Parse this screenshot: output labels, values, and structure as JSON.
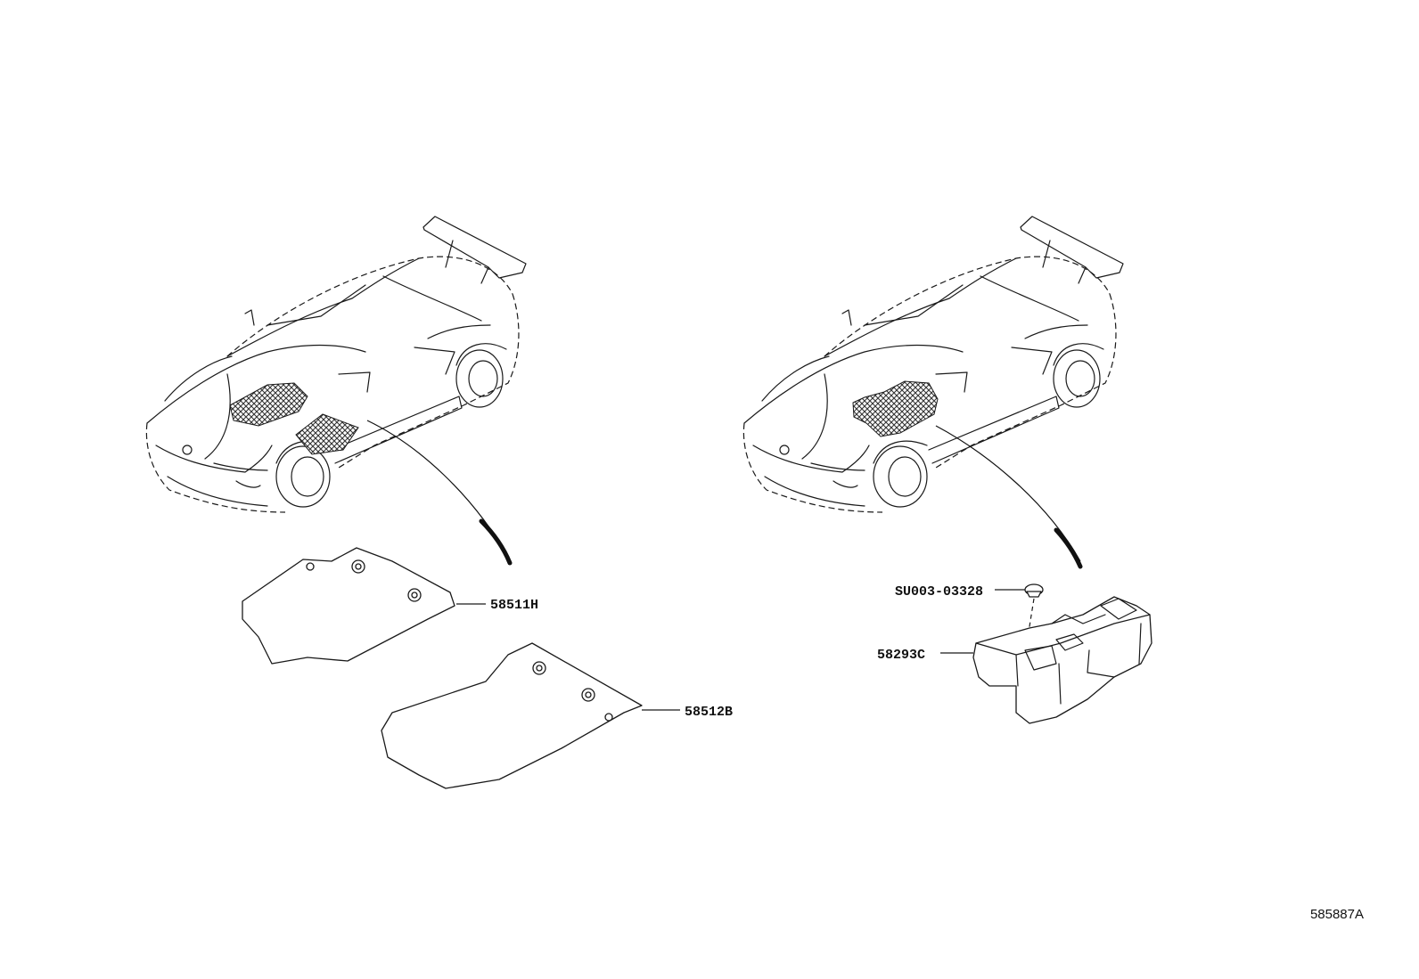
{
  "diagram": {
    "reference_code": "585887A",
    "parts": [
      {
        "id": "p1",
        "label": "58511H"
      },
      {
        "id": "p2",
        "label": "58512B"
      },
      {
        "id": "p3",
        "label": "SU003-03328"
      },
      {
        "id": "p4",
        "label": "58293C"
      }
    ],
    "colors": {
      "line": "#1a1a1a",
      "hatch": "#333333",
      "background": "#ffffff"
    },
    "icons": [
      "car-outline-icon",
      "car-outline-icon"
    ]
  }
}
